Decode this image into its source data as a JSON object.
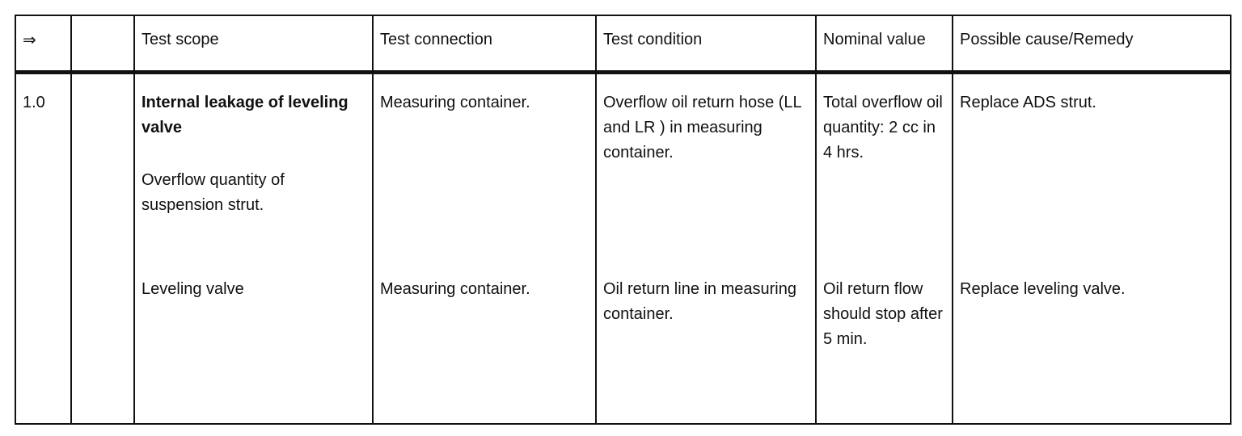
{
  "header": {
    "arrow": "⇒",
    "step": "",
    "test_scope": "Test scope",
    "test_connection": "Test connection",
    "test_condition": "Test condition",
    "nominal_value": "Nominal value",
    "possible_cause": "Possible cause/Remedy"
  },
  "rows": [
    {
      "number": "1.0",
      "step": "",
      "scope_title": "Internal leakage of leveling valve",
      "scope_sub": "Overflow quantity of suspension strut.",
      "connection": "Measuring container.",
      "condition": "Overflow oil return hose (LL and LR ) in measuring container.",
      "nominal": "Total overflow oil quantity: 2 cc in 4 hrs.",
      "remedy": "Replace ADS strut."
    },
    {
      "number": "",
      "step": "",
      "scope_title": "Leveling valve",
      "connection": "Measuring container.",
      "condition": "Oil return line in measuring container.",
      "nominal": "Oil return flow should stop after 5 min.",
      "remedy": "Replace leveling valve."
    }
  ]
}
